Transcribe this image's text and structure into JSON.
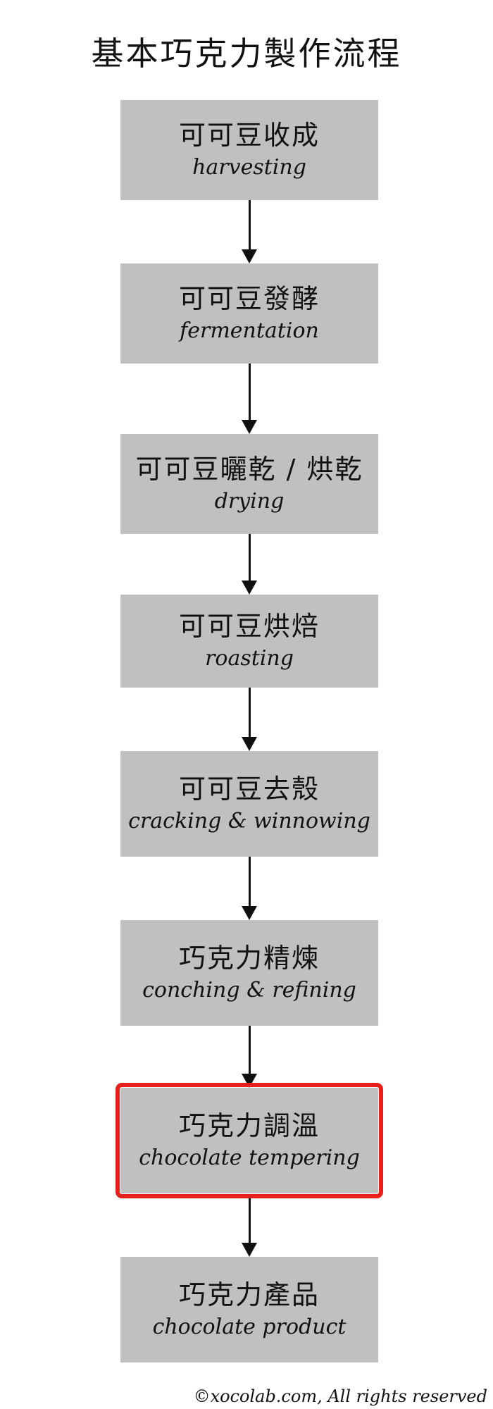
{
  "title": "基本巧克力製作流程",
  "steps": [
    {
      "zh": "可可豆收成",
      "en": "harvesting",
      "highlighted": false
    },
    {
      "zh": "可可豆發酵",
      "en": "fermentation",
      "highlighted": false
    },
    {
      "zh": "可可豆曬乾 / 烘乾",
      "en": "drying",
      "highlighted": false
    },
    {
      "zh": "可可豆烘焙",
      "en": "roasting",
      "highlighted": false
    },
    {
      "zh": "可可豆去殼",
      "en": "cracking & winnowing",
      "highlighted": false
    },
    {
      "zh": "巧克力精煉",
      "en": "conching & refining",
      "highlighted": false
    },
    {
      "zh": "巧克力調溫",
      "en": "chocolate tempering",
      "highlighted": true
    },
    {
      "zh": "巧克力產品",
      "en": "chocolate product",
      "highlighted": false
    }
  ],
  "copyright": "©xocolab.com, All rights reserved",
  "colors": {
    "box_fill": "#c0c0c0",
    "highlight_border": "#e8201c",
    "arrow": "#111111"
  }
}
